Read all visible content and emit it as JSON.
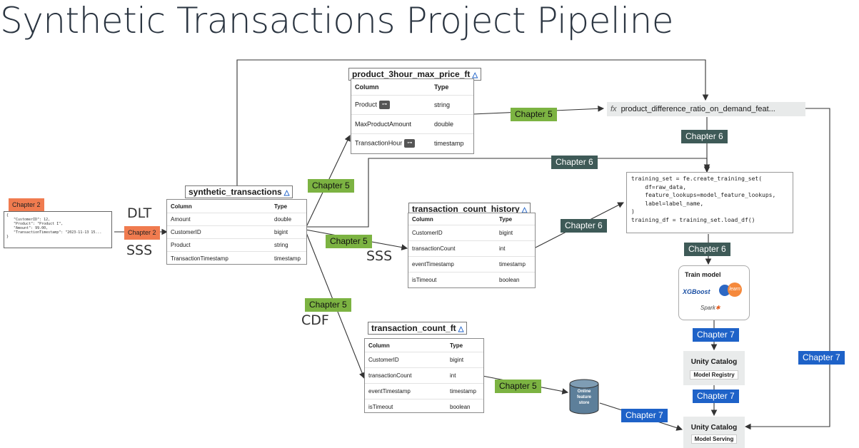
{
  "title": "Synthetic Transactions Project Pipeline",
  "accent_colors": {
    "chapter5": "#7cb342",
    "chapter6": "#3e5a57",
    "chapter7": "#1e62c8",
    "chapter2": "#f07b4f"
  },
  "source": {
    "top_tag": "Chapter 2",
    "json_lines": [
      "{",
      "\"CustomerID\": 12,",
      "\"Product\": \"Product I\",",
      "\"Amount\": 99.00,",
      "\"TransactionTimestamp\": \"2023-11-13 15...",
      "}"
    ]
  },
  "labels": {
    "dlt": "DLT",
    "sss1": "SSS",
    "sss2": "SSS",
    "cdf": "CDF"
  },
  "tags": {
    "chapter2": "Chapter 2",
    "c5_a": "Chapter 5",
    "c5_b": "Chapter 5",
    "c5_c": "Chapter 5",
    "c5_d": "Chapter 5",
    "c5_e": "Chapter 5",
    "c6_a": "Chapter 6",
    "c6_b": "Chapter 6",
    "c6_c": "Chapter 6",
    "c6_d": "Chapter 6",
    "c7_a": "Chapter 7",
    "c7_b": "Chapter 7",
    "c7_c": "Chapter 7",
    "c7_d": "Chapter 7"
  },
  "tables": {
    "synthetic": {
      "name": "synthetic_transactions",
      "col_header": "Column",
      "type_header": "Type",
      "rows": [
        [
          "Amount",
          "double"
        ],
        [
          "CustomerID",
          "bigint"
        ],
        [
          "Product",
          "string"
        ],
        [
          "TransactionTimestamp",
          "timestamp"
        ]
      ]
    },
    "maxprice": {
      "name": "product_3hour_max_price_ft",
      "col_header": "Column",
      "type_header": "Type",
      "rows": [
        [
          "Product",
          "string"
        ],
        [
          "MaxProductAmount",
          "double"
        ],
        [
          "TransactionHour",
          "timestamp"
        ]
      ]
    },
    "history": {
      "name": "transaction_count_history",
      "col_header": "Column",
      "type_header": "Type",
      "rows": [
        [
          "CustomerID",
          "bigint"
        ],
        [
          "transactionCount",
          "int"
        ],
        [
          "eventTimestamp",
          "timestamp"
        ],
        [
          "isTimeout",
          "boolean"
        ]
      ]
    },
    "countft": {
      "name": "transaction_count_ft",
      "col_header": "Column",
      "type_header": "Type",
      "rows": [
        [
          "CustomerID",
          "bigint"
        ],
        [
          "transactionCount",
          "int"
        ],
        [
          "eventTimestamp",
          "timestamp"
        ],
        [
          "isTimeout",
          "boolean"
        ]
      ]
    }
  },
  "feature_fn": {
    "icon": "fx-icon",
    "name": "product_difference_ratio_on_demand_feat..."
  },
  "code_lines": [
    "training_set = fe.create_training_set(",
    "    df=raw_data,",
    "    feature_lookups=model_feature_lookups,",
    "    label=label_name,",
    ")",
    "training_df = training_set.load_df()"
  ],
  "train_model": {
    "title": "Train model",
    "xgboost": "XGBoost",
    "sklearn": "learn",
    "spark": "Spark"
  },
  "online_store": {
    "label": "Online feature store"
  },
  "unity_registry": {
    "title": "Unity Catalog",
    "sub": "Model Registry"
  },
  "unity_serving": {
    "title": "Unity Catalog",
    "sub": "Model Serving"
  }
}
